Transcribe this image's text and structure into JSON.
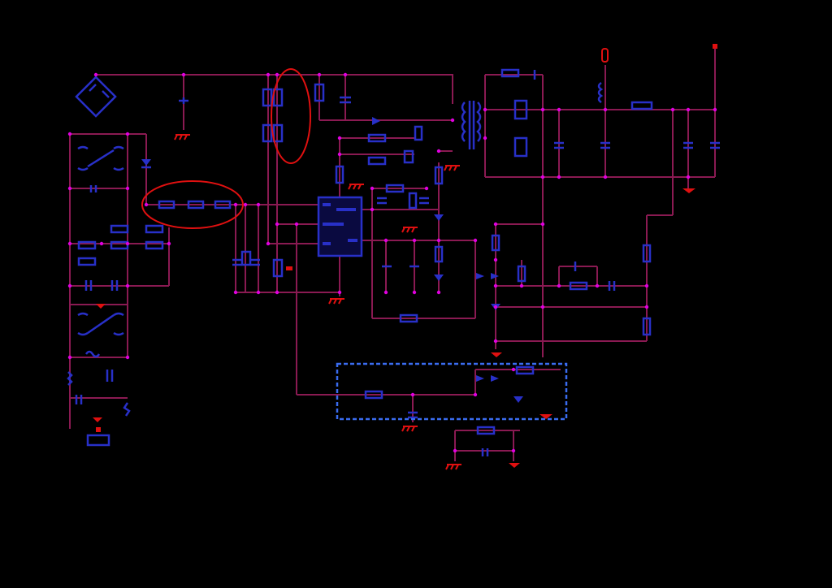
{
  "diagram": {
    "type": "schematic",
    "colors": {
      "background": "#000000",
      "wire": "#8a1a52",
      "component": "#2830c8",
      "junction": "#e000e0",
      "highlight": "#e01010",
      "selection_box": "#3a6cf0"
    },
    "highlights": [
      "ellipse-resistor-chain",
      "ellipse-startup-resistors"
    ],
    "selection": "dashed-rectangle-feedback-block"
  }
}
